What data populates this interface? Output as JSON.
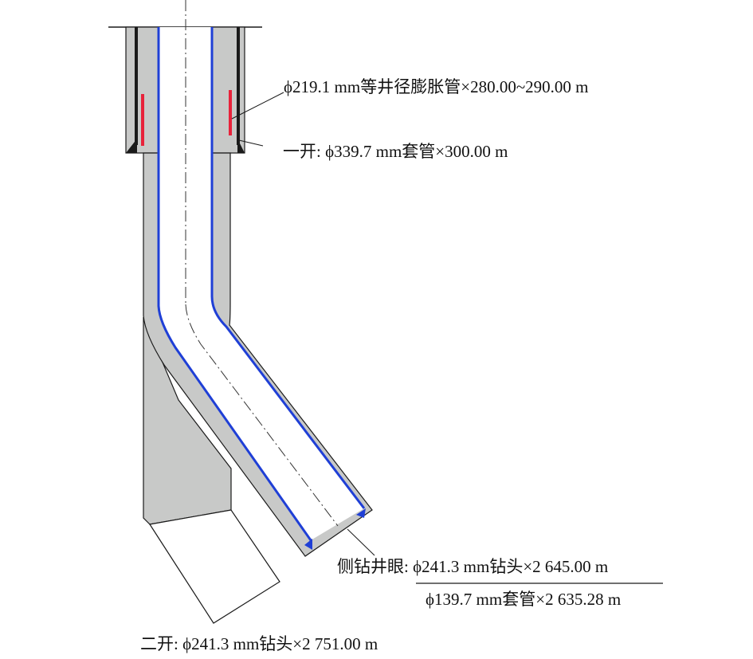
{
  "colors": {
    "annulus_fill": "#c8c9c8",
    "casing_outline": "#1a1a1a",
    "liner": "#1f3fd6",
    "expandable_pipe": "#e8223a",
    "background": "#ffffff"
  },
  "labels": {
    "expandable": "ϕ219.1 mm等井径膨胀管×280.00~290.00 m",
    "first_spud": "一开: ϕ339.7 mm套管×300.00 m",
    "sidetrack_prefix": "侧钻井眼: ",
    "sidetrack_bit": "ϕ241.3 mm钻头×2 645.00 m",
    "sidetrack_casing": "ϕ139.7 mm套管×2 635.28 m",
    "second_spud": "二开: ϕ241.3 mm钻头×2 751.00 m"
  }
}
